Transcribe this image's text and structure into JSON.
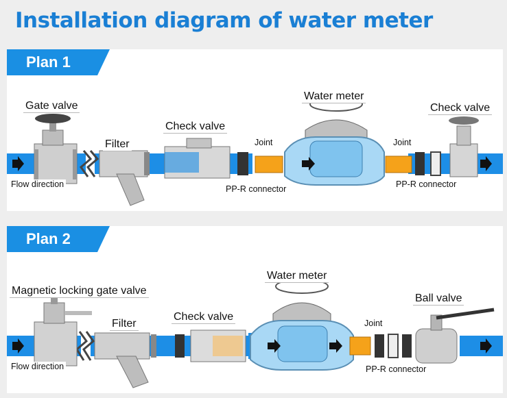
{
  "title": "Installation diagram of water meter",
  "plans": [
    {
      "tab": "Plan 1",
      "labels": {
        "gate_valve": "Gate valve",
        "filter": "Filter",
        "check_valve_1": "Check valve",
        "joint_1": "Joint",
        "water_meter": "Water meter",
        "joint_2": "Joint",
        "check_valve_2": "Check valve",
        "flow_direction": "Flow direction",
        "ppr_1": "PP-R connector",
        "ppr_2": "PP-R connector"
      }
    },
    {
      "tab": "Plan 2",
      "labels": {
        "magnetic_gate_valve": "Magnetic locking gate valve",
        "filter": "Filter",
        "check_valve": "Check valve",
        "water_meter": "Water meter",
        "joint": "Joint",
        "ball_valve": "Ball valve",
        "flow_direction": "Flow direction",
        "ppr": "PP-R connector"
      }
    }
  ],
  "colors": {
    "title": "#1a7fd4",
    "tab": "#1a8fe3",
    "pipe": "#1d8ee6",
    "meter_body": "#a9d8f5",
    "joint": "#f5a21a",
    "metal": "#c8c8c8"
  }
}
